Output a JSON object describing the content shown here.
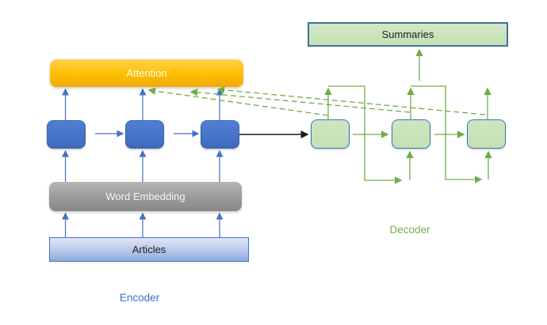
{
  "nodes": {
    "attention": {
      "label": "Attention"
    },
    "summaries": {
      "label": "Summaries"
    },
    "word_embedding": {
      "label": "Word Embedding"
    },
    "articles": {
      "label": "Articles"
    }
  },
  "section_labels": {
    "encoder": "Encoder",
    "decoder": "Decoder"
  },
  "colors": {
    "attention_fill": "#FFC000",
    "encoder_cell_fill": "#4472C4",
    "encoder_arrow_blue": "#4472C4",
    "decoder_cell_fill": "#C5E0B4",
    "decoder_cell_border": "#2E75B6",
    "summaries_fill": "#C5E0B4",
    "summaries_border": "#41719C",
    "word_embedding_fill": "#9A9A9A",
    "articles_fill": "#8FAADC",
    "articles_border": "#4472C4",
    "decoder_arrow_green": "#70AD47",
    "encoder_to_decoder_arrow": "#1A1A1A",
    "encoder_label_color": "#3572C6",
    "decoder_label_color": "#74B04C"
  }
}
